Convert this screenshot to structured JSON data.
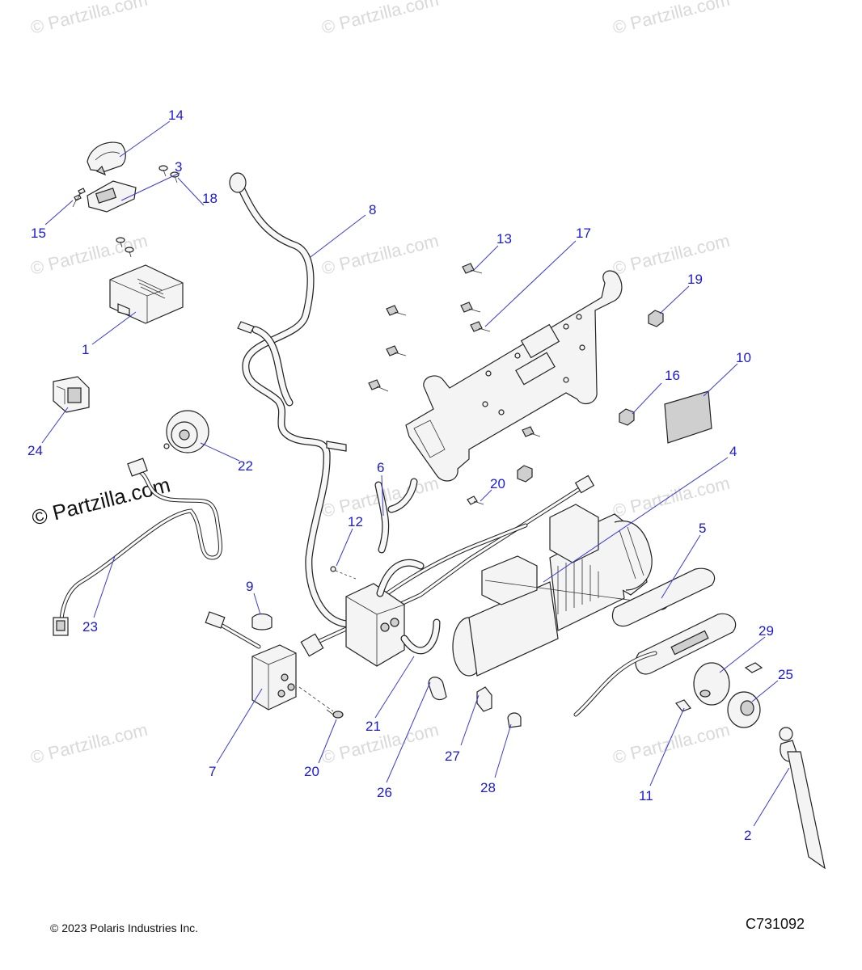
{
  "watermark": {
    "faint_text": "© Partzilla.com",
    "strong_text": "© Partzilla.com"
  },
  "footer": {
    "copyright": "© 2023 Polaris Industries Inc.",
    "diagram_code": "C731092"
  },
  "callouts": [
    {
      "id": "c14",
      "label": "14"
    },
    {
      "id": "c3",
      "label": "3"
    },
    {
      "id": "c15",
      "label": "15"
    },
    {
      "id": "c18",
      "label": "18"
    },
    {
      "id": "c8",
      "label": "8"
    },
    {
      "id": "c1",
      "label": "1"
    },
    {
      "id": "c13",
      "label": "13"
    },
    {
      "id": "c17",
      "label": "17"
    },
    {
      "id": "c19",
      "label": "19"
    },
    {
      "id": "c10",
      "label": "10"
    },
    {
      "id": "c16",
      "label": "16"
    },
    {
      "id": "c24",
      "label": "24"
    },
    {
      "id": "c22",
      "label": "22"
    },
    {
      "id": "c4",
      "label": "4"
    },
    {
      "id": "c6",
      "label": "6"
    },
    {
      "id": "c20a",
      "label": "20"
    },
    {
      "id": "c5",
      "label": "5"
    },
    {
      "id": "c12",
      "label": "12"
    },
    {
      "id": "c9",
      "label": "9"
    },
    {
      "id": "c23",
      "label": "23"
    },
    {
      "id": "c29",
      "label": "29"
    },
    {
      "id": "c25",
      "label": "25"
    },
    {
      "id": "c21",
      "label": "21"
    },
    {
      "id": "c7",
      "label": "7"
    },
    {
      "id": "c20b",
      "label": "20"
    },
    {
      "id": "c26",
      "label": "26"
    },
    {
      "id": "c27",
      "label": "27"
    },
    {
      "id": "c28",
      "label": "28"
    },
    {
      "id": "c11",
      "label": "11"
    },
    {
      "id": "c2",
      "label": "2"
    }
  ],
  "colors": {
    "callout": "#1a1ad6",
    "line": "#222222",
    "watermark_faint": "#d9d9d9"
  }
}
